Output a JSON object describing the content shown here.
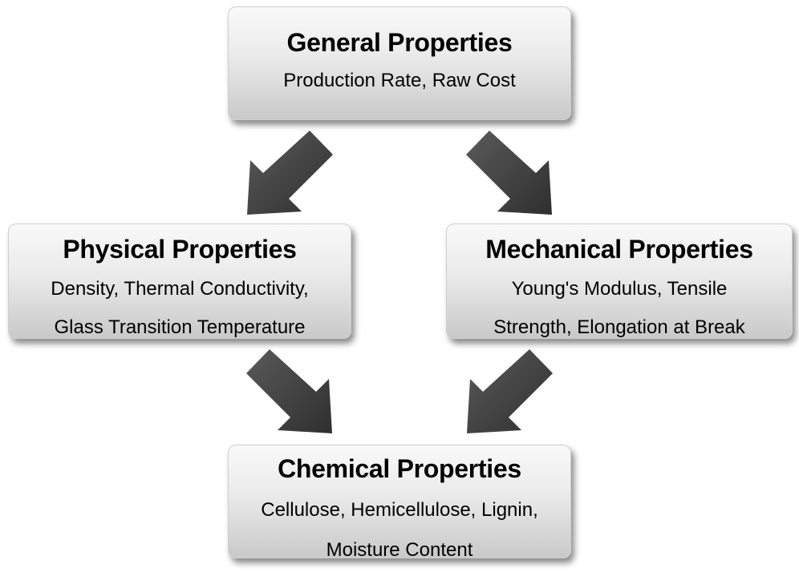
{
  "nodes": {
    "general": {
      "title": "General Properties",
      "desc": "Production Rate, Raw Cost"
    },
    "physical": {
      "title": "Physical Properties",
      "desc_line1": "Density, Thermal Conductivity,",
      "desc_line2": "Glass Transition Temperature"
    },
    "mechanical": {
      "title": "Mechanical Properties",
      "desc_line1": "Young's Modulus, Tensile",
      "desc_line2": "Strength, Elongation at Break"
    },
    "chemical": {
      "title": "Chemical Properties",
      "desc_line1": "Cellulose, Hemicellulose, Lignin,",
      "desc_line2": "Moisture Content"
    }
  },
  "edges": [
    {
      "from": "general",
      "to": "physical"
    },
    {
      "from": "general",
      "to": "mechanical"
    },
    {
      "from": "physical",
      "to": "chemical"
    },
    {
      "from": "mechanical",
      "to": "chemical"
    }
  ],
  "colors": {
    "arrow": "#4d4d4d",
    "arrow_dark": "#2f2f2f",
    "box_top": "#f9f9f9",
    "box_bottom": "#c9c9c9"
  }
}
